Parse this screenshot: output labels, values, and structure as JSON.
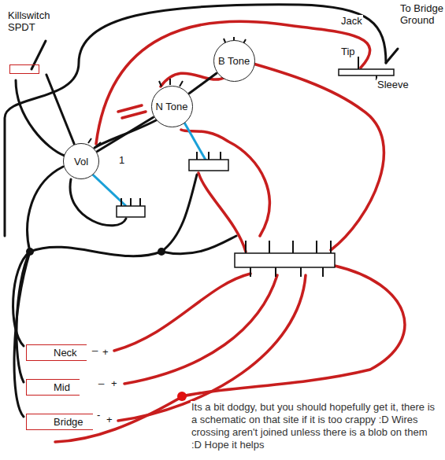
{
  "diagram": {
    "nodes": [
      {
        "text": [
          "Killswitch SPDT"
        ]
      },
      {
        "text": [
          "Vol"
        ]
      },
      {
        "text": [
          "N Tone"
        ]
      },
      {
        "text": [
          "B Tone"
        ]
      },
      {
        "text": [
          "Neck"
        ]
      },
      {
        "text": [
          "Mid"
        ]
      },
      {
        "text": [
          "Bridge"
        ]
      }
    ],
    "edges": [
      {
        "from": 0,
        "to": 1,
        "arrow": "none"
      },
      {
        "from": 1,
        "to": 2,
        "arrow": "none"
      },
      {
        "from": 2,
        "to": 3,
        "arrow": "none"
      }
    ],
    "labels": [
      "Jack",
      "Tip",
      "To Bridge Ground",
      "Sleeve",
      "1",
      "_",
      "+",
      "_",
      "+",
      "-",
      "+",
      "Its a bit dodgy, but you should hopefully get it, there is a schematic on that site if it is too crappy :D Wires crossing aren't joined unless there is a blob on them :D Hope it helps"
    ]
  }
}
